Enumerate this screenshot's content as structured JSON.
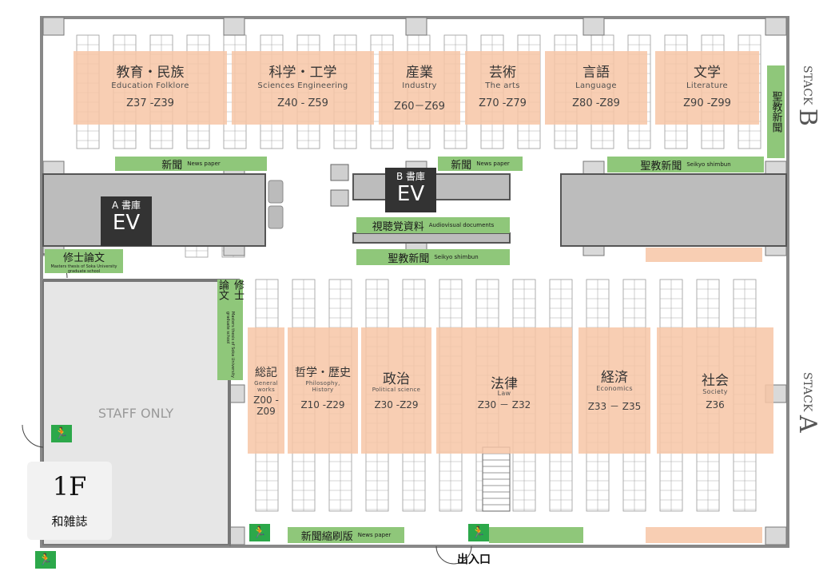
{
  "floor": {
    "number": "1F",
    "label": "和雑誌"
  },
  "staff_only": "STAFF ONLY",
  "entrance": "出入口",
  "stack_b": {
    "label": "STACK",
    "letter": "B"
  },
  "stack_a": {
    "label": "STACK",
    "letter": "A"
  },
  "ev_a": {
    "prefix": "A 書庫",
    "ev": "EV"
  },
  "ev_b": {
    "prefix": "B 書庫",
    "ev": "EV"
  },
  "top_zones": [
    {
      "title": "教育・民族",
      "sub": "Education Folklore",
      "range": "Z37 -Z39"
    },
    {
      "title": "科学・工学",
      "sub": "Sciences Engineering",
      "range": "Z40  - Z59"
    },
    {
      "title": "産業",
      "sub": "Industry",
      "range": "Z60－Z69"
    },
    {
      "title": "芸術",
      "sub": "The arts",
      "range": "Z70 -Z79"
    },
    {
      "title": "言語",
      "sub": "Language",
      "range": "Z80  -Z89"
    },
    {
      "title": "文学",
      "sub": "Literature",
      "range": "Z90  -Z99"
    }
  ],
  "bottom_zones": [
    {
      "title": "総記",
      "sub": "General works",
      "range": "Z00 - Z09"
    },
    {
      "title": "哲学・歴史",
      "sub": "Philosophy, History",
      "range": "Z10 -Z29"
    },
    {
      "title": "政治",
      "sub": "Political science",
      "range": "Z30 -Z29"
    },
    {
      "title": "法律",
      "sub": "Law",
      "range": "Z30  － Z32"
    },
    {
      "title": "経済",
      "sub": "Economics",
      "range": "Z33  － Z35"
    },
    {
      "title": "社会",
      "sub": "Society",
      "range": "Z36"
    }
  ],
  "green_labels": {
    "news_left": {
      "jp": "新聞",
      "en": "News paper"
    },
    "news_center": {
      "jp": "新聞",
      "en": "News paper"
    },
    "seikyo_right": {
      "jp": "聖教新聞",
      "en": "Seikyo shimbun"
    },
    "av": {
      "jp": "視聴覚資料",
      "en": "Audiovisual documents"
    },
    "seikyo_center": {
      "jp": "聖教新聞",
      "en": "Seikyo shimbun"
    },
    "masters_left": {
      "jp": "修士論文",
      "en": "Masters thesis of Soka University graduate school"
    },
    "masters_vertical": {
      "jp": "修士論文",
      "en": "Masters thesis of Soka University graduate school"
    },
    "seikyo_vertical": {
      "jp": "聖教新聞"
    },
    "shukusatsu": {
      "jp": "新聞縮刷版",
      "en": "News paper"
    }
  },
  "colors": {
    "zone": "#f7c6a6",
    "green": "#8fc77a",
    "ev": "#333333",
    "exit": "#2ca84a"
  }
}
